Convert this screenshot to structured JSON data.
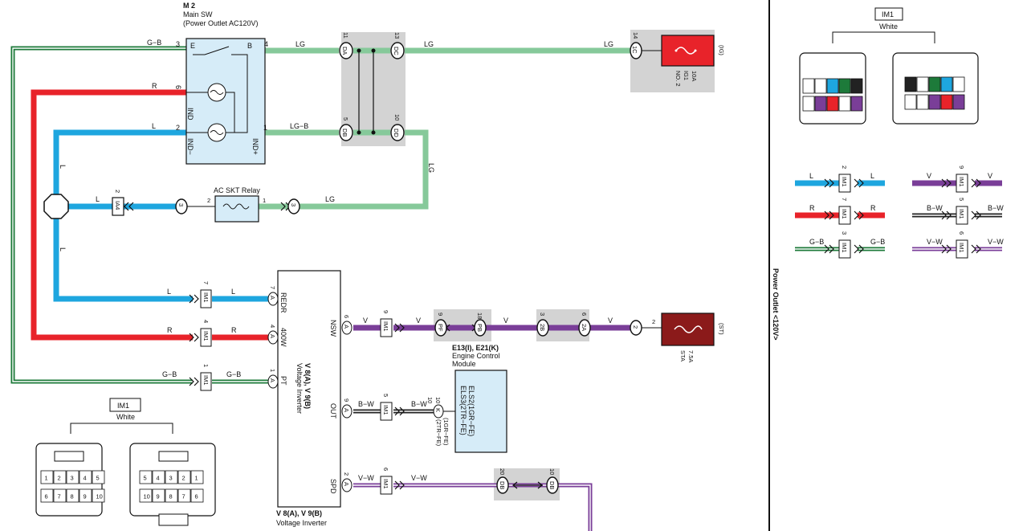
{
  "colors": {
    "LG": "#86c99a",
    "R": "#e8232a",
    "L": "#1ea6df",
    "G-B": "#1d7a3a",
    "V": "#7a3e98",
    "B-W": "#222222",
    "V-W": "#7a3e98",
    "box_fill": "#d6ecf8",
    "gray_fill": "#d3d3d3",
    "fuse_red": "#e8232a",
    "fuse_dark": "#8b1a1a"
  },
  "main_sw": {
    "ref": "M 2",
    "name": "Main SW",
    "sub": "(Power Outlet AC120V)",
    "pin_e": "E",
    "pin_b": "B",
    "pin_ind": "IND",
    "pin_ind_minus": "IND−",
    "pin_ind_plus": "IND+",
    "num_3": "3",
    "num_4": "4",
    "num_6": "6",
    "num_2": "2",
    "num_1": "1"
  },
  "relay": {
    "name": "AC SKT Relay",
    "pin_left": "2",
    "pin_right": "1"
  },
  "inverter": {
    "ref_bottom": "V 8(A), V 9(B)",
    "name_bottom": "Voltage Inverter",
    "ref_inner": "V 8(A), V 9(B)",
    "name_inner": "Voltage Inverter",
    "pins": [
      {
        "name": "REDR",
        "num": "7",
        "conn": "A"
      },
      {
        "name": "400W",
        "num": "4",
        "conn": "A"
      },
      {
        "name": "PT",
        "num": "1",
        "conn": "A"
      },
      {
        "name": "NSW",
        "num": "6",
        "conn": "A"
      },
      {
        "name": "OUT",
        "num": "9",
        "conn": "A"
      },
      {
        "name": "SPD",
        "num": "2",
        "conn": "A"
      }
    ]
  },
  "ecm": {
    "refs": "E13(I), E21(K)",
    "name1": "Engine Control",
    "name2": "Module",
    "line1": "ELS2(1GR−FE)",
    "line2": "ELS3(2TR−FE)",
    "pin_num": "10",
    "pin_conn": "K",
    "pin_note1": "10",
    "pin_note2": "(1GR−FE)",
    "pin_note3": "(2TR−FE)"
  },
  "fuse_ig": {
    "pin": "14",
    "conn": "1C",
    "tag": "(IG)",
    "line1": "10A",
    "line2": "IG1",
    "line3": "NO. 2"
  },
  "fuse_st": {
    "pin": "2",
    "conn": "2",
    "tag": "(ST)",
    "line1": "7.5A",
    "line2": "STA"
  },
  "junctions": {
    "j11": {
      "num": "11",
      "conn": "DA"
    },
    "j13": {
      "num": "13",
      "conn": "DC"
    },
    "j5": {
      "num": "5",
      "conn": "DB"
    },
    "j10": {
      "num": "10",
      "conn": "DD"
    },
    "j2": {
      "num": "2",
      "conn": "IA4"
    },
    "j3a": {
      "num": "3",
      "conn": "3"
    },
    "j3b": {
      "num": "3",
      "conn": "3"
    },
    "pf": {
      "num": "9",
      "conn": "PF"
    },
    "pb": {
      "num": "18",
      "conn": "PB"
    },
    "j2b": {
      "num": "3",
      "conn": "2B"
    },
    "j2a": {
      "num": "6",
      "conn": "2A"
    },
    "j20": {
      "num": "20",
      "conn": "DB"
    },
    "j10b": {
      "num": "10",
      "conn": "DB"
    }
  },
  "im1_conn": {
    "name": "IM1",
    "pin_7": "7",
    "pin_4": "4",
    "pin_1": "1",
    "pin_9": "9",
    "pin_5": "5",
    "pin_6": "6"
  },
  "wires": {
    "gb": "G−B",
    "r": "R",
    "l": "L",
    "lg": "LG",
    "lgb": "LG−B",
    "v": "V",
    "bw": "B−W",
    "vw": "V−W"
  },
  "legend_im1": {
    "name": "IM1",
    "color": "White"
  },
  "bottom_im1": {
    "name": "IM1",
    "color": "White",
    "left_top": [
      "1",
      "2",
      "3",
      "4",
      "5"
    ],
    "left_bottom": [
      "6",
      "7",
      "8",
      "9",
      "10"
    ],
    "right_top": [
      "5",
      "4",
      "3",
      "2",
      "1"
    ],
    "right_bottom": [
      "10",
      "9",
      "8",
      "7",
      "6"
    ]
  },
  "legend_pairs": [
    {
      "left": "L",
      "right": "L",
      "pin": "2",
      "conn": "IM1",
      "color": "L"
    },
    {
      "left": "V",
      "right": "V",
      "pin": "9",
      "conn": "IM1",
      "color": "V"
    },
    {
      "left": "R",
      "right": "R",
      "pin": "7",
      "conn": "IM1",
      "color": "R"
    },
    {
      "left": "B−W",
      "right": "B−W",
      "pin": "5",
      "conn": "IM1",
      "color": "B-W"
    },
    {
      "left": "G−B",
      "right": "G−B",
      "pin": "3",
      "conn": "IM1",
      "color": "G-B"
    },
    {
      "left": "V−W",
      "right": "V−W",
      "pin": "6",
      "conn": "IM1",
      "color": "V-W"
    }
  ],
  "sidebar_title": "Power Outlet <120V>"
}
